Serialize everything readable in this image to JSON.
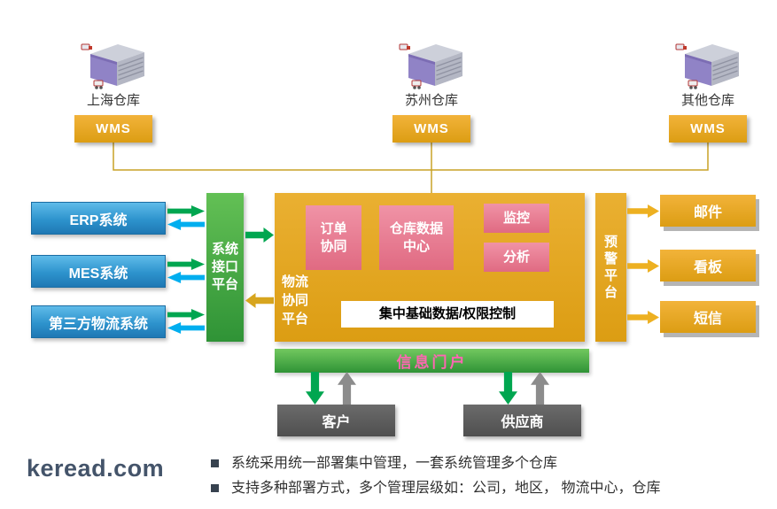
{
  "colors": {
    "gold": "#dc9d13",
    "gold_light": "#f2b33a",
    "gold_arrow": "#d7a51e",
    "pink": "#e06a82",
    "pink_light": "#f093a6",
    "blue": "#2d93cd",
    "blue_light": "#5fbbe9",
    "green": "#2f9336",
    "green_light": "#63c055",
    "green_arrow": "#00a650",
    "cyan_arrow": "#00aeef",
    "yellow_arrow": "#edb021",
    "gray_box": "#4f4f4f",
    "gray_arrow": "#8c8c8c",
    "portal_text": "#ff66b3",
    "connector_line": "#c9a227",
    "logo_color": "#44546a",
    "bullet_text": "#303030"
  },
  "warehouses": [
    {
      "label": "上海仓库",
      "wms": "WMS"
    },
    {
      "label": "苏州仓库",
      "wms": "WMS"
    },
    {
      "label": "其他仓库",
      "wms": "WMS"
    }
  ],
  "left_systems": [
    {
      "label": "ERP系统"
    },
    {
      "label": "MES系统"
    },
    {
      "label": "第三方物流系统"
    }
  ],
  "interface_platform_label": "系统\n接口\n平台",
  "center": {
    "order_module": "订单\n协同",
    "data_center_module": "仓库数据\n中心",
    "monitor_module": "监控",
    "analysis_module": "分析",
    "logistics_platform_label": "物流\n协同\n平台",
    "base_data_label": "集中基础数据/权限控制"
  },
  "warning_platform_label": "预\n警\n平\n台",
  "alert_channels": [
    {
      "label": "邮件"
    },
    {
      "label": "看板"
    },
    {
      "label": "短信"
    }
  ],
  "portal_label": "信息门户",
  "partners": [
    {
      "label": "客户"
    },
    {
      "label": "供应商"
    }
  ],
  "footer": {
    "logo": "keread.com",
    "bullets": [
      "系统采用统一部署集中管理，一套系统管理多个仓库",
      "支持多种部署方式，多个管理层级如：公司，地区， 物流中心，仓库"
    ]
  }
}
